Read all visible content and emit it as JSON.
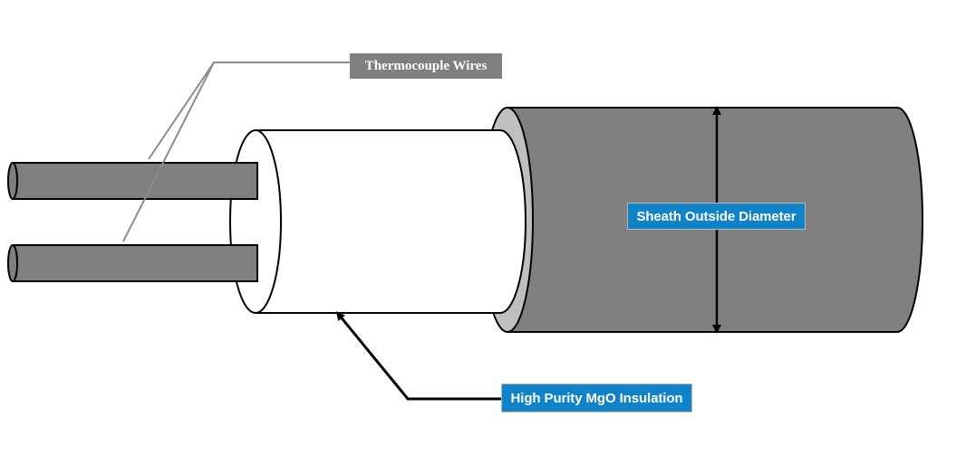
{
  "labels": {
    "thermocouple_wires": "Thermocouple Wires",
    "sheath_outside_diameter": "Sheath Outside Diameter",
    "high_purity_mgo_insulation": "High Purity MgO Insulation"
  },
  "colors": {
    "sheath_body": "#808080",
    "sheath_rim": "#bfbfbf",
    "insulation": "#ffffff",
    "wire": "#7f7f7f",
    "outline": "#000000",
    "leader_gray": "#8c8c8c",
    "label_blue_bg": "#0f82c8",
    "label_blue_text": "#ffffff",
    "label_gray_bg": "#7f7f7f",
    "label_gray_text": "#ffffff"
  }
}
